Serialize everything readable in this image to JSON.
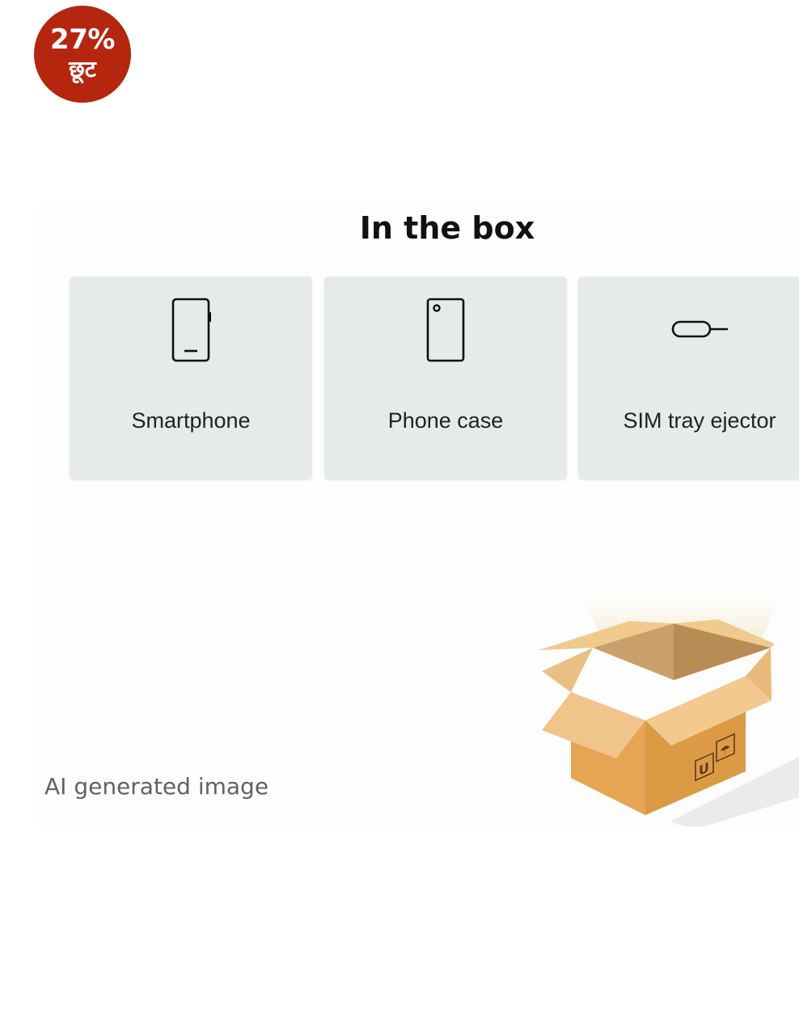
{
  "badge": {
    "percent": "27%",
    "label": "छूट",
    "color": "#b4260e"
  },
  "in_the_box": {
    "title": "In the box",
    "items": [
      {
        "label": "Smartphone",
        "icon": "smartphone-icon"
      },
      {
        "label": "Phone case",
        "icon": "phone-case-icon"
      },
      {
        "label": "SIM tray ejector",
        "icon": "sim-ejector-icon"
      }
    ]
  },
  "caption": "AI generated image",
  "illustration": {
    "icon": "open-cardboard-box",
    "color": "#e7a552"
  }
}
